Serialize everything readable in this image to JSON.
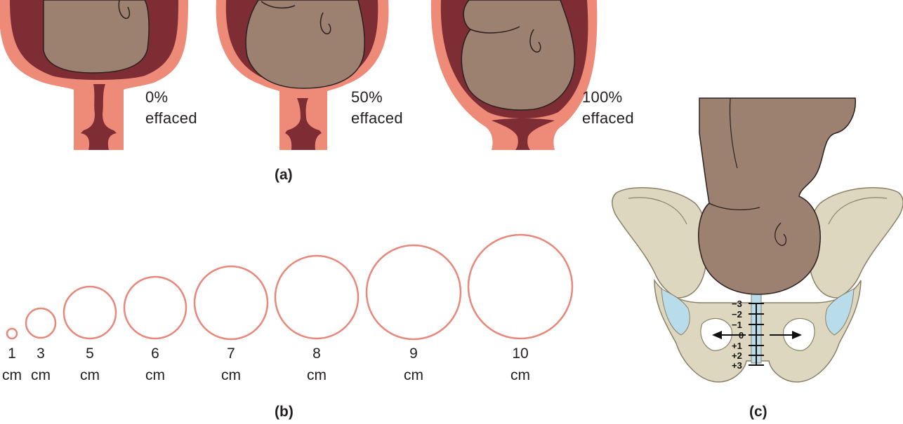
{
  "panel_a": {
    "label": "(a)",
    "stages": [
      {
        "percent": "0%",
        "text": "effaced"
      },
      {
        "percent": "50%",
        "text": "effaced"
      },
      {
        "percent": "100%",
        "text": "effaced"
      }
    ]
  },
  "panel_b": {
    "label": "(b)",
    "unit": "cm",
    "dilations": [
      "1",
      "3",
      "5",
      "6",
      "7",
      "8",
      "9",
      "10"
    ]
  },
  "panel_c": {
    "label": "(c)",
    "stations": [
      "−3",
      "−2",
      "−1",
      "0",
      "+1",
      "+2",
      "+3"
    ]
  },
  "colors": {
    "uterus_wall": "#ee8a78",
    "uterus_cavity": "#7d2d33",
    "fetus_skin": "#9c8070",
    "dilation_ring": "#e8877a",
    "pelvis_bone": "#ddd7bf",
    "pelvis_cartilage": "#b9dcea"
  }
}
